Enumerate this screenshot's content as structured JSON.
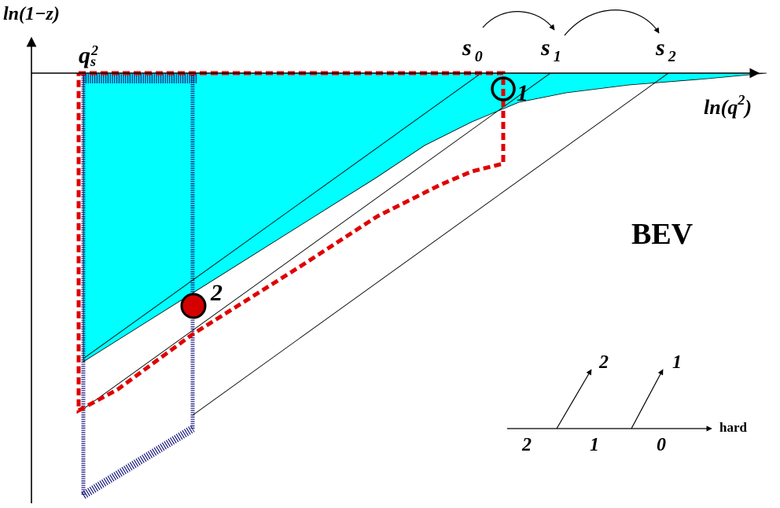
{
  "axes": {
    "y_label": "ln(1−z)",
    "x_label": "ln(q",
    "x_label_exp": "2",
    "x_label_close": ")"
  },
  "qs": {
    "base": "q",
    "sub": "s",
    "sup": "2"
  },
  "s_labels": [
    {
      "base": "s",
      "sub": "0"
    },
    {
      "base": "s",
      "sub": "1"
    },
    {
      "base": "s",
      "sub": "2"
    }
  ],
  "points": [
    {
      "label": "1",
      "style": "open",
      "color": "#000000"
    },
    {
      "label": "2",
      "style": "filled",
      "color": "#d40000"
    }
  ],
  "region_label": "BEV",
  "inset": {
    "axis_label": "hard",
    "ticks": [
      "2",
      "1",
      "0"
    ],
    "arrows": [
      "2",
      "1"
    ]
  },
  "colors": {
    "fill": "#00ffff",
    "dashed_path": "#e00000",
    "hatch": "#1a1a80",
    "point_fill": "#d40000"
  }
}
